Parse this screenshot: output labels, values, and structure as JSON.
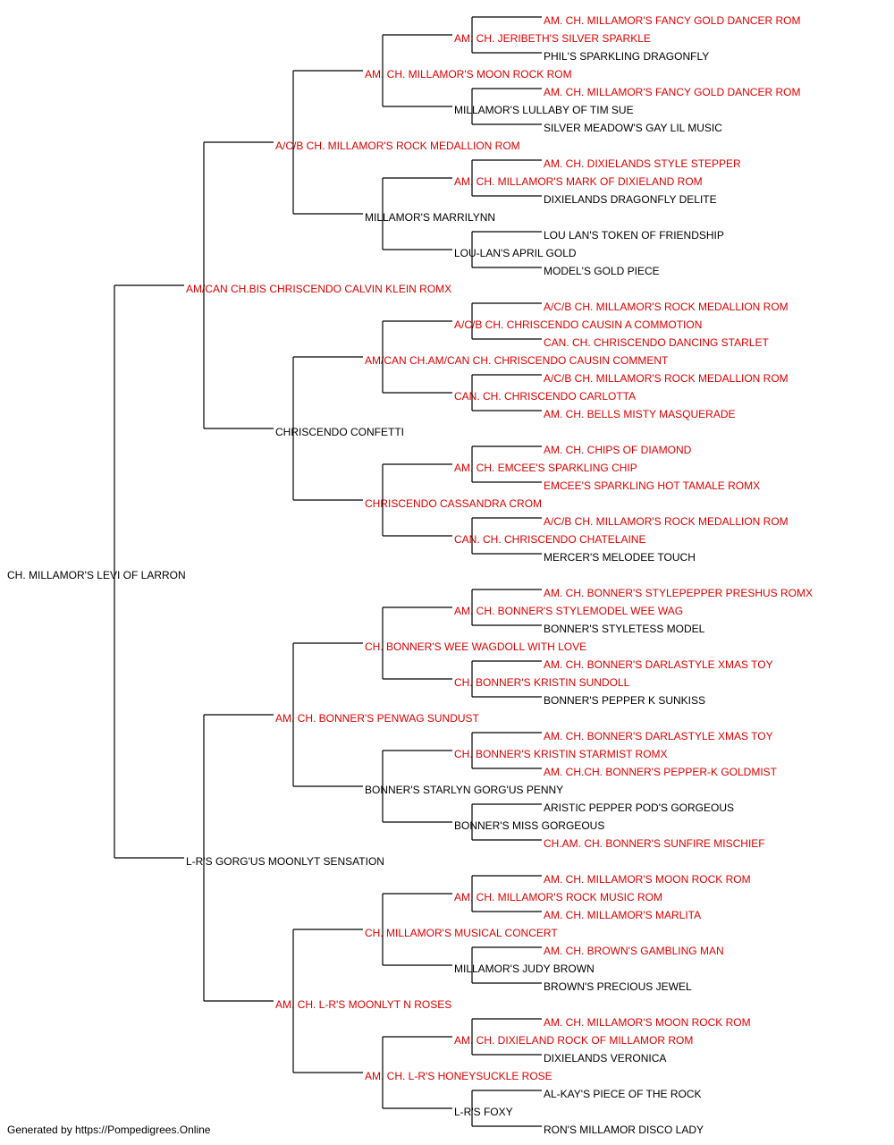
{
  "colors": {
    "champion": "#dd0000",
    "normal": "#000000",
    "line": "#000000"
  },
  "pedigree": {
    "dog": {
      "name": "CH. MILLAMOR'S LEVI OF LARRON",
      "ch": false
    },
    "sire": {
      "dog": {
        "name": "AM/CAN CH.BIS CHRISCENDO CALVIN KLEIN ROMX",
        "ch": true
      },
      "sire": {
        "dog": {
          "name": "A/C/B CH. MILLAMOR'S ROCK MEDALLION ROM",
          "ch": true
        },
        "sire": {
          "dog": {
            "name": "AM. CH. MILLAMOR'S MOON ROCK ROM",
            "ch": true
          },
          "sire": {
            "dog": {
              "name": "AM. CH. JERIBETH'S SILVER SPARKLE",
              "ch": true
            },
            "sire": {
              "name": "AM. CH. MILLAMOR'S FANCY GOLD DANCER ROM",
              "ch": true
            },
            "dam": {
              "name": "PHIL'S SPARKLING DRAGONFLY",
              "ch": false
            }
          },
          "dam": {
            "dog": {
              "name": "MILLAMOR'S LULLABY OF TIM SUE",
              "ch": false
            },
            "sire": {
              "name": "AM. CH. MILLAMOR'S FANCY GOLD DANCER ROM",
              "ch": true
            },
            "dam": {
              "name": "SILVER MEADOW'S GAY LIL MUSIC",
              "ch": false
            }
          }
        },
        "dam": {
          "dog": {
            "name": "MILLAMOR'S MARRILYNN",
            "ch": false
          },
          "sire": {
            "dog": {
              "name": "AM. CH. MILLAMOR'S MARK OF DIXIELAND ROM",
              "ch": true
            },
            "sire": {
              "name": "AM. CH. DIXIELANDS STYLE STEPPER",
              "ch": true
            },
            "dam": {
              "name": "DIXIELANDS DRAGONFLY DELITE",
              "ch": false
            }
          },
          "dam": {
            "dog": {
              "name": "LOU-LAN'S APRIL GOLD",
              "ch": false
            },
            "sire": {
              "name": "LOU LAN'S TOKEN OF FRIENDSHIP",
              "ch": false
            },
            "dam": {
              "name": "MODEL'S GOLD PIECE",
              "ch": false
            }
          }
        }
      },
      "dam": {
        "dog": {
          "name": "CHRISCENDO CONFETTI",
          "ch": false
        },
        "sire": {
          "dog": {
            "name": "AM/CAN CH.AM/CAN CH. CHRISCENDO CAUSIN COMMENT",
            "ch": true
          },
          "sire": {
            "dog": {
              "name": "A/C/B CH. CHRISCENDO CAUSIN A COMMOTION",
              "ch": true
            },
            "sire": {
              "name": "A/C/B CH. MILLAMOR'S ROCK MEDALLION ROM",
              "ch": true
            },
            "dam": {
              "name": "CAN. CH. CHRISCENDO DANCING STARLET",
              "ch": true
            }
          },
          "dam": {
            "dog": {
              "name": "CAN. CH. CHRISCENDO CARLOTTA",
              "ch": true
            },
            "sire": {
              "name": "A/C/B CH. MILLAMOR'S ROCK MEDALLION ROM",
              "ch": true
            },
            "dam": {
              "name": "AM. CH. BELLS MISTY MASQUERADE",
              "ch": true
            }
          }
        },
        "dam": {
          "dog": {
            "name": "CHRISCENDO CASSANDRA CROM",
            "ch": true
          },
          "sire": {
            "dog": {
              "name": "AM. CH. EMCEE'S SPARKLING CHIP",
              "ch": true
            },
            "sire": {
              "name": "AM. CH. CHIPS OF DIAMOND",
              "ch": true
            },
            "dam": {
              "name": "EMCEE'S SPARKLING HOT TAMALE ROMX",
              "ch": true
            }
          },
          "dam": {
            "dog": {
              "name": "CAN. CH. CHRISCENDO CHATELAINE",
              "ch": true
            },
            "sire": {
              "name": "A/C/B CH. MILLAMOR'S ROCK MEDALLION ROM",
              "ch": true
            },
            "dam": {
              "name": "MERCER'S MELODEE TOUCH",
              "ch": false
            }
          }
        }
      }
    },
    "dam": {
      "dog": {
        "name": "L-R'S GORG'US MOONLYT SENSATION",
        "ch": false
      },
      "sire": {
        "dog": {
          "name": "AM. CH. BONNER'S PENWAG SUNDUST",
          "ch": true
        },
        "sire": {
          "dog": {
            "name": "CH. BONNER'S WEE WAGDOLL WITH LOVE",
            "ch": true
          },
          "sire": {
            "dog": {
              "name": "AM. CH. BONNER'S STYLEMODEL WEE WAG",
              "ch": true
            },
            "sire": {
              "name": "AM. CH. BONNER'S STYLEPEPPER PRESHUS ROMX",
              "ch": true
            },
            "dam": {
              "name": "BONNER'S STYLETESS MODEL",
              "ch": false
            }
          },
          "dam": {
            "dog": {
              "name": "CH. BONNER'S KRISTIN SUNDOLL",
              "ch": true
            },
            "sire": {
              "name": "AM. CH. BONNER'S DARLASTYLE XMAS TOY",
              "ch": true
            },
            "dam": {
              "name": "BONNER'S PEPPER K SUNKISS",
              "ch": false
            }
          }
        },
        "dam": {
          "dog": {
            "name": "BONNER'S STARLYN GORG'US PENNY",
            "ch": false
          },
          "sire": {
            "dog": {
              "name": "CH. BONNER'S KRISTIN STARMIST ROMX",
              "ch": true
            },
            "sire": {
              "name": "AM. CH. BONNER'S DARLASTYLE XMAS TOY",
              "ch": true
            },
            "dam": {
              "name": "AM. CH.CH. BONNER'S PEPPER-K GOLDMIST",
              "ch": true
            }
          },
          "dam": {
            "dog": {
              "name": "BONNER'S MISS GORGEOUS",
              "ch": false
            },
            "sire": {
              "name": "ARISTIC PEPPER POD'S GORGEOUS",
              "ch": false
            },
            "dam": {
              "name": "CH.AM. CH. BONNER'S SUNFIRE MISCHIEF",
              "ch": true
            }
          }
        }
      },
      "dam": {
        "dog": {
          "name": "AM. CH. L-R'S MOONLYT N ROSES",
          "ch": true
        },
        "sire": {
          "dog": {
            "name": "CH. MILLAMOR'S MUSICAL CONCERT",
            "ch": true
          },
          "sire": {
            "dog": {
              "name": "AM. CH. MILLAMOR'S ROCK MUSIC ROM",
              "ch": true
            },
            "sire": {
              "name": "AM. CH. MILLAMOR'S MOON ROCK ROM",
              "ch": true
            },
            "dam": {
              "name": "AM. CH. MILLAMOR'S MARLITA",
              "ch": true
            }
          },
          "dam": {
            "dog": {
              "name": "MILLAMOR'S JUDY BROWN",
              "ch": false
            },
            "sire": {
              "name": "AM. CH. BROWN'S GAMBLING MAN",
              "ch": true
            },
            "dam": {
              "name": "BROWN'S PRECIOUS JEWEL",
              "ch": false
            }
          }
        },
        "dam": {
          "dog": {
            "name": "AM. CH. L-R'S HONEYSUCKLE ROSE",
            "ch": true
          },
          "sire": {
            "dog": {
              "name": "AM. CH. DIXIELAND ROCK OF MILLAMOR ROM",
              "ch": true
            },
            "sire": {
              "name": "AM. CH. MILLAMOR'S MOON ROCK ROM",
              "ch": true
            },
            "dam": {
              "name": "DIXIELANDS VERONICA",
              "ch": false
            }
          },
          "dam": {
            "dog": {
              "name": "L-R'S FOXY",
              "ch": false
            },
            "sire": {
              "name": "AL-KAY'S PIECE OF THE ROCK",
              "ch": false
            },
            "dam": {
              "name": "RON'S MILLAMOR DISCO LADY",
              "ch": false
            }
          }
        }
      }
    }
  },
  "footer": {
    "text": "Generated by https://Pompedigrees.Online"
  }
}
